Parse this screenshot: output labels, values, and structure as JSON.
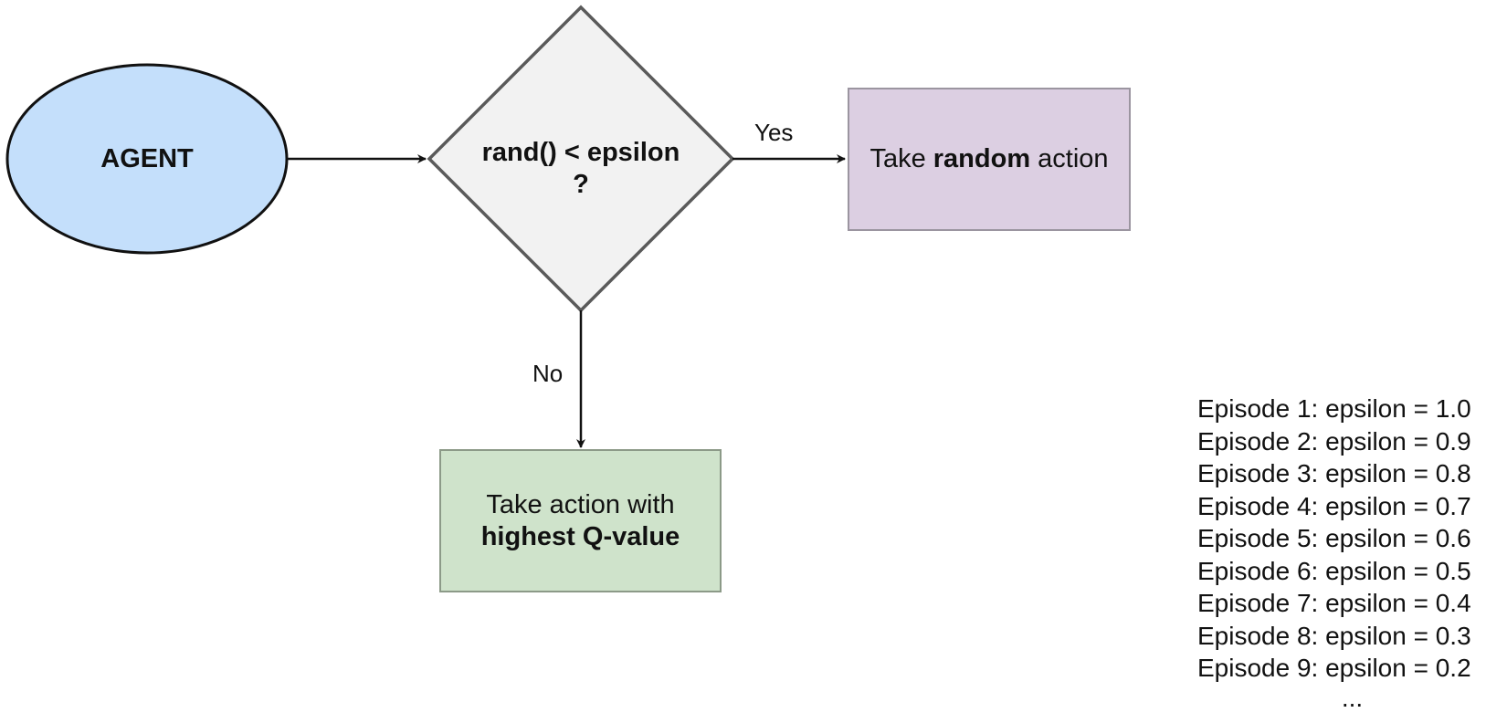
{
  "agent": {
    "label": "AGENT"
  },
  "decision": {
    "line1": "rand() < epsilon",
    "line2": "?"
  },
  "edges": {
    "yes_label": "Yes",
    "no_label": "No"
  },
  "random_action": {
    "prefix": "Take ",
    "bold": "random",
    "suffix": " action"
  },
  "greedy_action": {
    "line1": "Take action with",
    "line2_bold": "highest Q-value"
  },
  "episodes": [
    "Episode 1: epsilon = 1.0",
    "Episode 2: epsilon = 0.9",
    "Episode 3: epsilon = 0.8",
    "Episode 4: epsilon = 0.7",
    "Episode 5: epsilon = 0.6",
    "Episode 6: epsilon = 0.5",
    "Episode 7: epsilon = 0.4",
    "Episode 8: epsilon = 0.3",
    "Episode 9: epsilon = 0.2"
  ],
  "episodes_ellipsis": "...",
  "colors": {
    "agent_fill": "#c4dffb",
    "decision_fill": "#f2f2f2",
    "decision_stroke": "#5a5a5a",
    "random_fill": "#dccfe2",
    "random_stroke": "#9b95a0",
    "greedy_fill": "#cfe3cb",
    "greedy_stroke": "#8c9a88",
    "edge": "#111111"
  }
}
